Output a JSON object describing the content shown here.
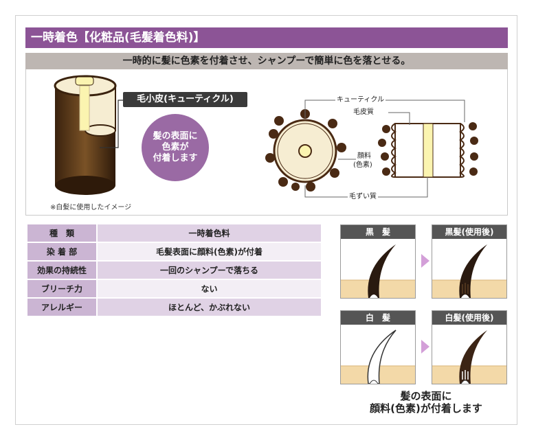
{
  "title": "一時着色【化粧品(毛髪着色料)】",
  "subtitle": "一時的に髪に色素を付着させ、シャンプーで簡単に色を落とせる。",
  "cuticle_label": "毛小皮(キューティクル)",
  "circle_note": [
    "髪の表面に",
    "色素が",
    "付着します"
  ],
  "image_note": "※白髪に使用したイメージ",
  "diagram_labels": {
    "cuticle": "キューティクル",
    "cortex": "毛皮質",
    "pigment": "顔料",
    "pigment_sub": "(色素)",
    "medulla": "毛ずい質"
  },
  "table": [
    {
      "key": "種　類",
      "value": "一時着色料"
    },
    {
      "key": "染 着 部",
      "value": "毛髪表面に顔料(色素)が付着"
    },
    {
      "key": "効果の持続性",
      "value": "一回のシャンプーで落ちる"
    },
    {
      "key": "ブリーチ力",
      "value": "ない"
    },
    {
      "key": "アレルギー",
      "value": "ほとんど、かぶれない"
    }
  ],
  "panels": {
    "black_before": "黒　髪",
    "black_after": "黒髪(使用後)",
    "white_before": "白　髪",
    "white_after": "白髪(使用後)"
  },
  "caption": [
    "髪の表面に",
    "顔料(色素)が付着します"
  ],
  "colors": {
    "accent": "#8c5496",
    "hair_dark": "#3b2415",
    "skin": "#f3d9a8",
    "pigment_dot": "#4a2a14"
  }
}
